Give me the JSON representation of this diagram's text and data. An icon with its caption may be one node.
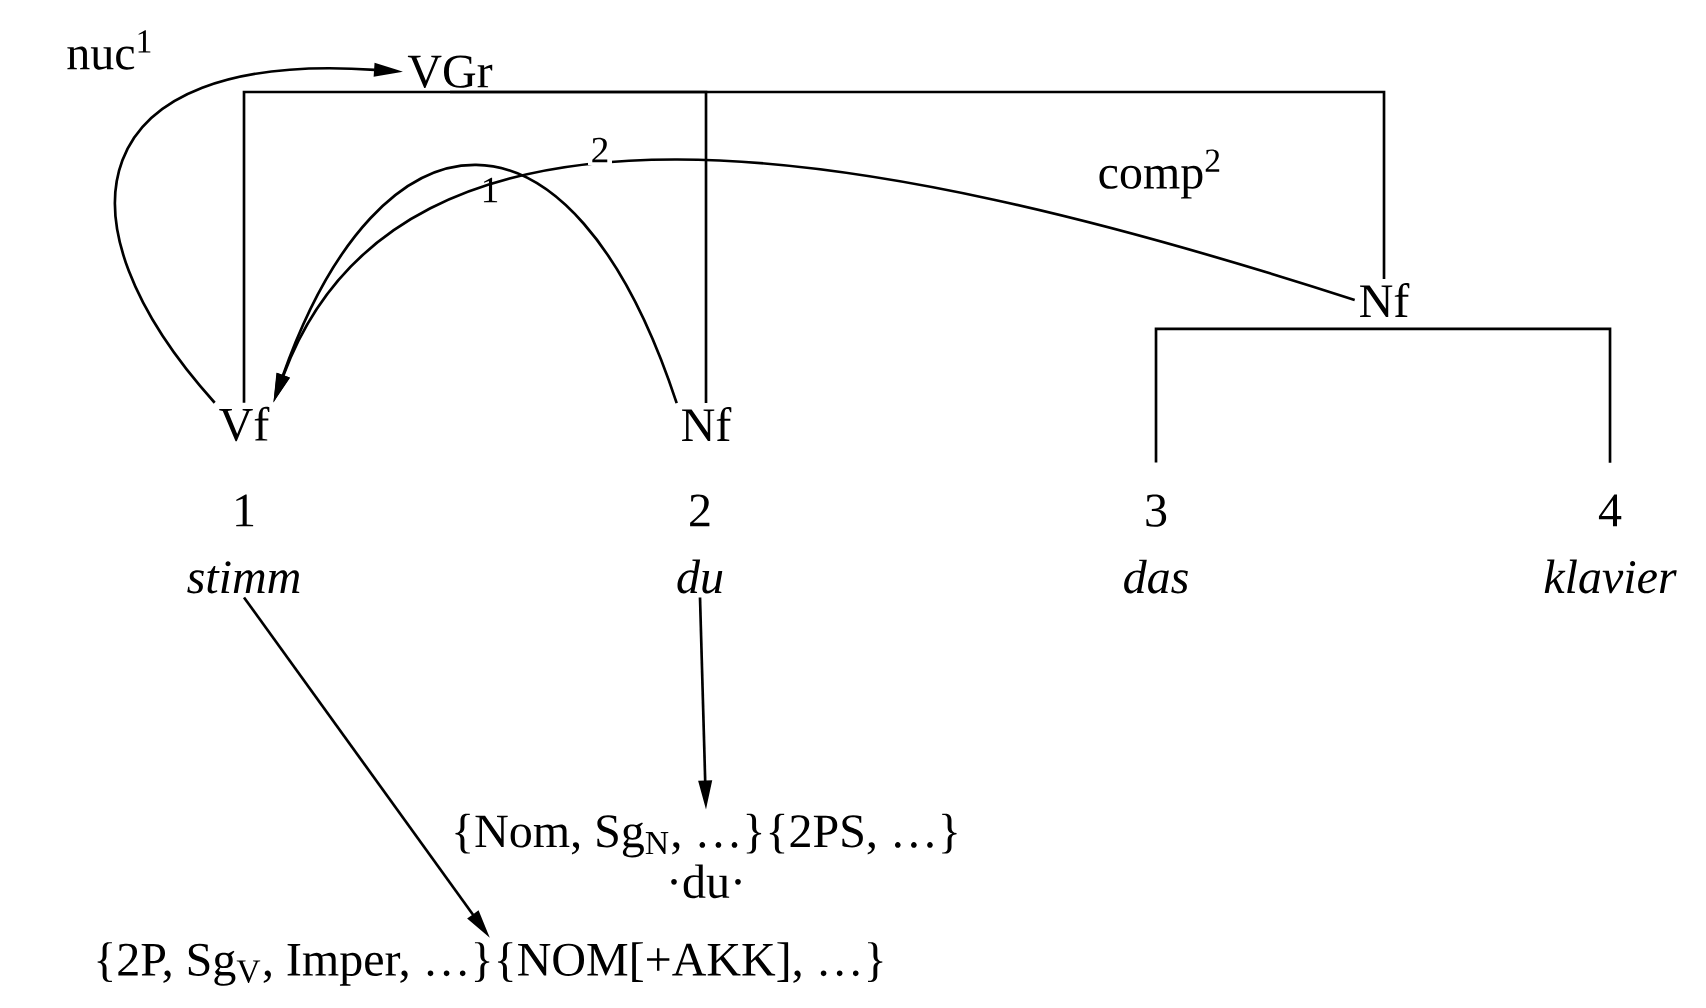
{
  "diagram": {
    "nodes": [
      {
        "text": [
          "VGr"
        ]
      },
      {
        "text": [
          "Vf"
        ]
      },
      {
        "text": [
          "Nf"
        ]
      },
      {
        "text": [
          "Nf"
        ]
      },
      {
        "text": [
          "1",
          "*stimm*"
        ]
      },
      {
        "text": [
          "2",
          "*du*"
        ]
      },
      {
        "text": [
          "3",
          "*das*"
        ]
      },
      {
        "text": [
          "4",
          "*klavier*"
        ]
      },
      {
        "text": [
          "{2P, Sg$_{V}$, Imper, …}{NOM[+AKK], …}"
        ]
      },
      {
        "text": [
          "{Nom, Sg$_{N}$, …}{2PS, …}",
          "·du·"
        ]
      }
    ],
    "edges": [
      {
        "from": 1,
        "to": 0,
        "arrow": "none"
      },
      {
        "from": 2,
        "to": 0,
        "arrow": "none"
      },
      {
        "from": 3,
        "to": 0,
        "arrow": "none"
      },
      {
        "from": 6,
        "to": 3,
        "arrow": "none"
      },
      {
        "from": 7,
        "to": 3,
        "arrow": "none"
      },
      {
        "from": 1,
        "to": 0,
        "arrow": "to",
        "label": "nuc$^{1}$"
      },
      {
        "from": 2,
        "to": 1,
        "arrow": "to",
        "label": "1"
      },
      {
        "from": 3,
        "to": 1,
        "arrow": "to",
        "label": "2"
      },
      {
        "from": 4,
        "to": 8,
        "arrow": "to"
      },
      {
        "from": 5,
        "to": 9,
        "arrow": "to"
      }
    ],
    "labels": [
      "comp$^{2}$"
    ]
  }
}
